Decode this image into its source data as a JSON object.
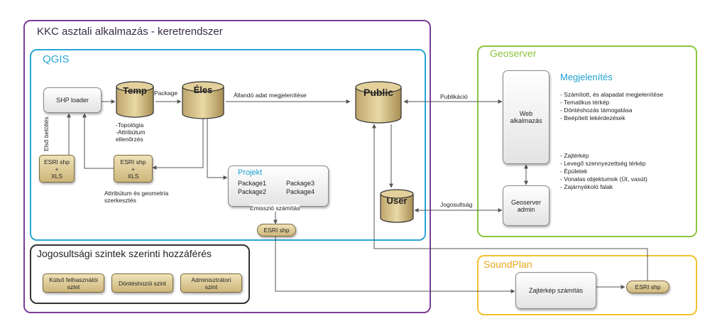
{
  "frames": {
    "kkc_title": "KKC asztali alkalmazás - keretrendszer",
    "qgis_title": "QGIS",
    "geoserver_title": "Geoserver",
    "soundplan_title": "SoundPlan",
    "access_title": "Jogosultsági szintek szerinti hozzáférés"
  },
  "nodes": {
    "shp_loader": "SHP loader",
    "temp": "Temp",
    "eles": "Éles",
    "public": "Public",
    "user": "User",
    "esri_xls_1": [
      "ESRI shp",
      "+",
      "XLS"
    ],
    "esri_xls_2": [
      "ESRI shp",
      "+",
      "XLS"
    ],
    "projekt_title": "Projekt",
    "packages": [
      "Package1",
      "Package3",
      "Package2",
      "Package4"
    ],
    "esri_shp_1": "ESRI shp",
    "esri_shp_2": "ESRI shp",
    "web_app": [
      "Web",
      "alkalmazás"
    ],
    "geoserver_admin": [
      "Geoserver",
      "admin"
    ],
    "zajterkep": "Zajtérkép számítás"
  },
  "labels": {
    "package": "Package",
    "allando": "Állandó adat megjelenítése",
    "publikacio": "Publikáció",
    "jogosultsag": "Jogosultság",
    "elso_betoltes": "Első betöltés",
    "temp_notes": [
      "-Topológia",
      "-Attribútum",
      "ellenőrzés"
    ],
    "attr_edit": [
      "Attribútum és geometria",
      "szerkesztés"
    ],
    "emisszio": "Emisszió számítás"
  },
  "megjelenites": {
    "title": "Megjelenítés",
    "list1": [
      "- Számított, és alapadat megjelenítése",
      "- Tematikus térkép",
      "- Döntéshozás támogatása",
      "- Beépített lekérdezések"
    ],
    "list2": [
      "- Zajtérkép",
      "- Levegő szennyezettség térkép",
      "- Épületek",
      "- Vonalas objektumok (Út, vasút)",
      "- Zajárnyékoló falak"
    ]
  },
  "access_levels": [
    [
      "Külső felhasználói",
      "szint"
    ],
    [
      "Döntéshozói szint"
    ],
    [
      "Adminisztrátori",
      "szint"
    ]
  ],
  "colors": {
    "kkc": "#7a3d96",
    "qgis": "#29a6d6",
    "geoserver": "#8cc63f",
    "soundplan": "#f2c12e",
    "access": "#333333",
    "megjelenites": "#1ea0d0"
  }
}
